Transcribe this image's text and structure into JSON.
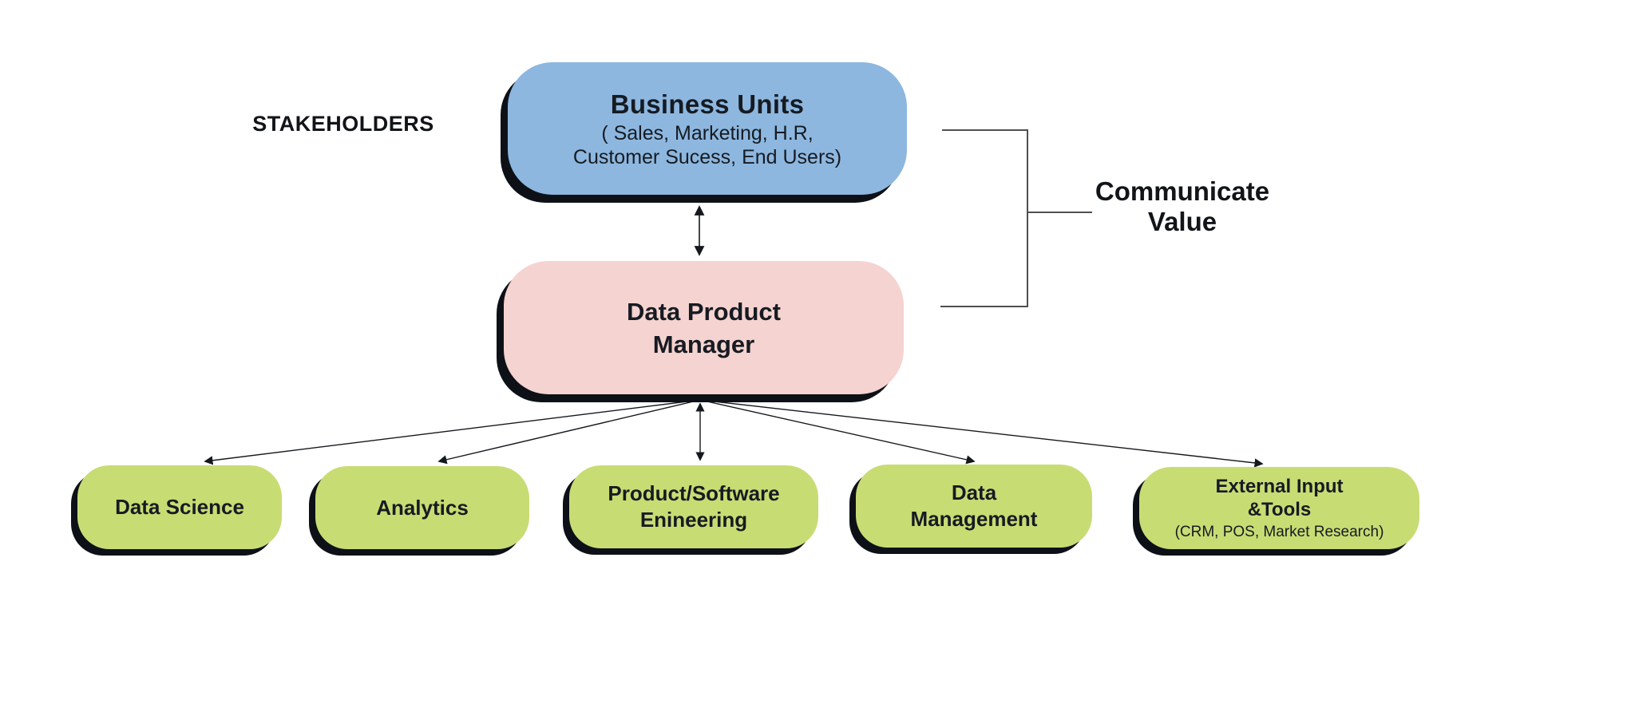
{
  "diagram_title": "Data Product Manager stakeholder diagram",
  "colors": {
    "background": "#ffffff",
    "business_units_fill": "#8DB7DF",
    "manager_fill": "#F5D3D0",
    "department_fill": "#C8DC74",
    "shadow": "#0d1117",
    "text": "#161b22",
    "connector_line": "#4f4f4f",
    "arrow_line": "#15181c"
  },
  "labels": {
    "stakeholders": "STAKEHOLDERS",
    "communicate_value": [
      "Communicate",
      "Value"
    ]
  },
  "business_units": {
    "title": "Business Units",
    "subtitle": [
      "( Sales, Marketing, H.R,",
      "Customer Sucess, End Users)"
    ]
  },
  "manager": {
    "title": [
      "Data Product",
      "Manager"
    ]
  },
  "departments": [
    {
      "lines": [
        "Data Science"
      ]
    },
    {
      "lines": [
        "Analytics"
      ]
    },
    {
      "lines": [
        "Product/Software",
        "Enineering"
      ]
    },
    {
      "lines": [
        "Data",
        "Management"
      ]
    },
    {
      "lines": [
        "External Input",
        "&Tools"
      ],
      "note": "(CRM, POS, Market Research)"
    }
  ]
}
